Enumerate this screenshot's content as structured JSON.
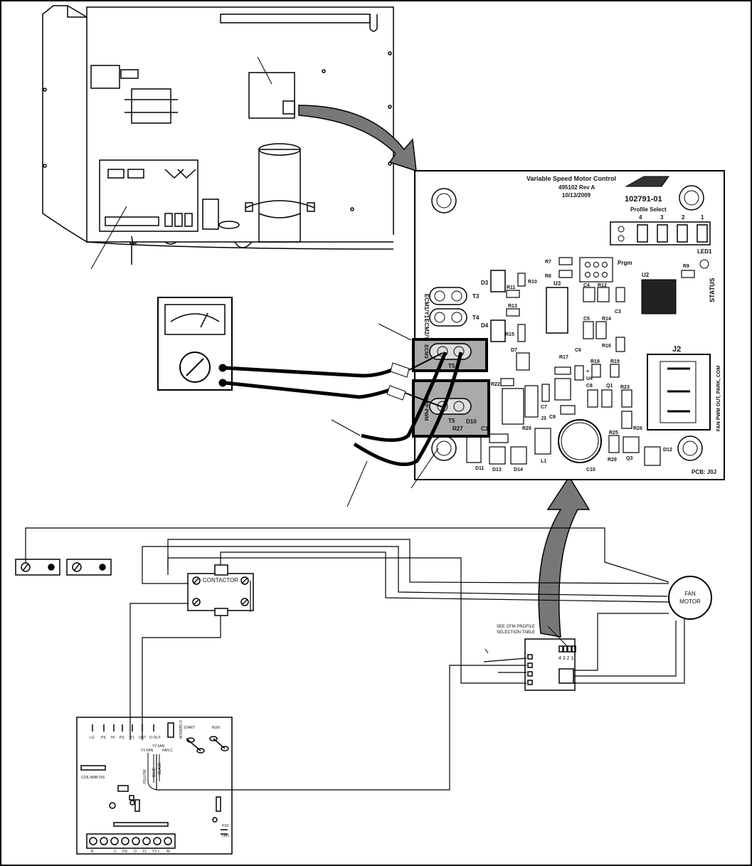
{
  "vsmc_board": {
    "title": "Variable Speed Motor Control",
    "part_no": "495102  Rev A",
    "date": "10/13/2009",
    "model": "102791-01",
    "profile_select": "Profile Select",
    "profile_nums": [
      "4",
      "3",
      "2",
      "1"
    ],
    "led": "LED1",
    "status": "STATUS",
    "prgm": "Prgm",
    "pcb": "PCB: J0J",
    "j2": "J2",
    "j2_side": "FAN PWM OUT, PARK, COM",
    "ecm1": "ECM1/Y1",
    "ecm2": "ECM2/Y2",
    "ecm3": "ECM3",
    "exp_pwm": "EXP PWM",
    "components": {
      "t3": "T3",
      "t4": "T4",
      "t5a": "T5",
      "t5b": "T5",
      "d3": "D3",
      "d4": "D4",
      "d7": "D7",
      "d10": "D10",
      "d11": "D11",
      "d12": "D12",
      "d13": "D13",
      "d14": "D14",
      "r7": "R7",
      "r8": "R8",
      "r9": "R9",
      "r10": "R10",
      "r11": "R11",
      "r12": "R12",
      "r13": "R13",
      "r14": "R14",
      "r15": "R15",
      "r16": "R16",
      "r17": "R17",
      "r18": "R18",
      "r19": "R19",
      "r22": "R22",
      "r23": "R23",
      "r25": "R25",
      "r26": "R26",
      "r27": "R27",
      "r28": "R28",
      "r29": "R29",
      "c3": "C3",
      "c4": "C4",
      "c5": "C5",
      "c6": "C6",
      "c7": "C7",
      "c8": "C8",
      "c9": "C9",
      "c10": "C10",
      "c1": "C1",
      "u2": "U2",
      "u3": "U3",
      "u4": "U4",
      "q1": "Q1",
      "q3": "Q3",
      "j3": "J3",
      "l1": "L1",
      "plus": "+"
    }
  },
  "wiring": {
    "contactor": "CONTACTOR",
    "fan_motor_1": "FAN",
    "fan_motor_2": "MOTOR",
    "cfm_note_1": "SEE CFM PROFILE",
    "cfm_note_2": "SELECTION TABLE",
    "small_board_nums": "4 3 2 1"
  },
  "control_board": {
    "top_terminals": [
      "LO",
      "PS",
      "HI",
      "PS",
      "Y1",
      "OUT",
      "O OUT"
    ],
    "side_label": "O SENSOR",
    "start": "START",
    "run": "RUN",
    "y1_fan": "Y1 FAN",
    "y2_fan": "Y2 FAN",
    "fan_c": "FAN C",
    "yellow": "YELLOW",
    "blue": "BLUE",
    "black": "BLACK",
    "coil_amb": "COIL AMB DIS",
    "psc_fan_1": "PSC",
    "psc_fan_2": "FAN",
    "bottom_terminals": [
      "R",
      "C",
      "DS",
      "O",
      "Y1",
      "Y2",
      "L",
      "W"
    ]
  }
}
